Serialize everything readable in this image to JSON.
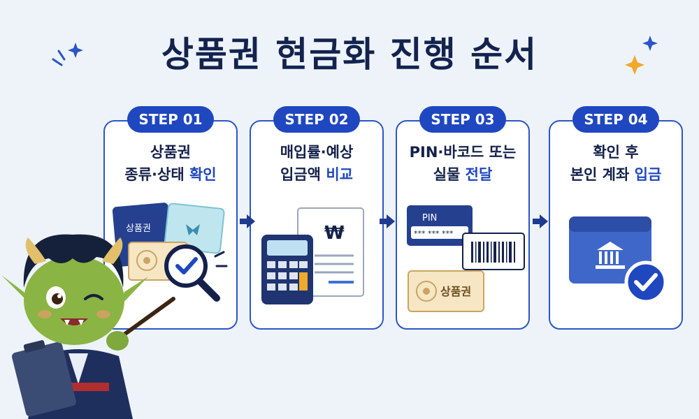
{
  "title": "상품권 현금화 진행 순서",
  "steps": [
    {
      "badge": "STEP 01",
      "line1": "상품권",
      "line2_plain": "종류·상태 ",
      "line2_hl": "확인"
    },
    {
      "badge": "STEP 02",
      "line1": "매입률·예상",
      "line2_plain": "입금액 ",
      "line2_hl": "비교"
    },
    {
      "badge": "STEP 03",
      "line1": "PIN·바코드 또는",
      "line2_plain": "실물 ",
      "line2_hl": "전달"
    },
    {
      "badge": "STEP 04",
      "line1": "확인 후",
      "line2_plain": "본인 계좌 ",
      "line2_hl": "입금"
    }
  ],
  "illustrations": {
    "voucher_label": "상품권",
    "won_symbol": "₩",
    "pin_label": "PIN",
    "pin_mask": "*** *** ***"
  },
  "colors": {
    "accent": "#1f47c0",
    "title": "#13234e",
    "background": "#eef3fa"
  }
}
